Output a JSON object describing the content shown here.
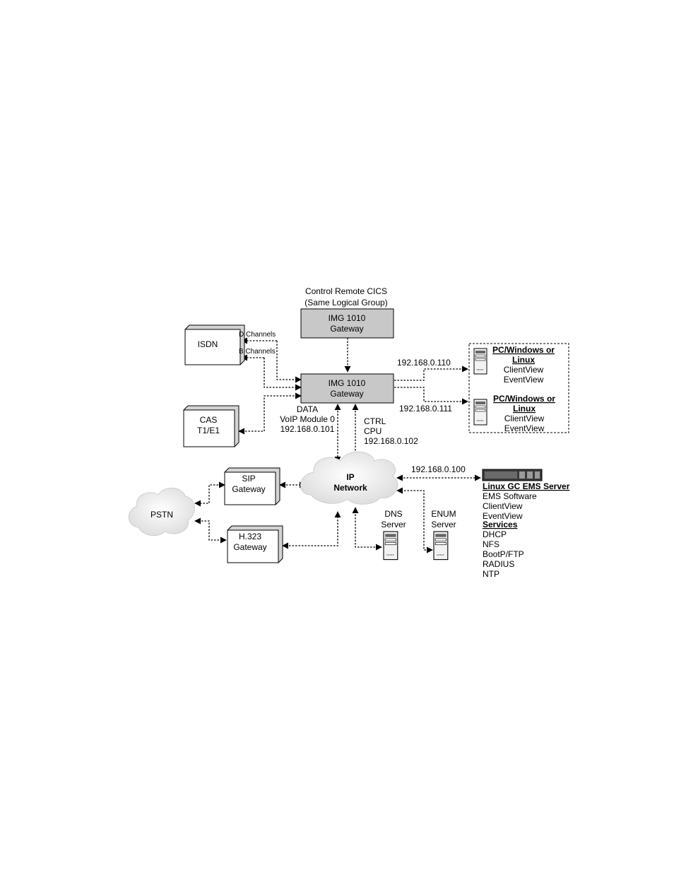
{
  "colors": {
    "gateway_fill": "#c8c8c8",
    "box_fill": "#ffffff",
    "shadow": "#d4d4d4",
    "cloud": "#e9e9e9",
    "line": "#000000"
  },
  "remote": {
    "caption_1": "Control Remote CICS",
    "caption_2": "(Same Logical Group)",
    "line_1": "IMG 1010",
    "line_2": "Gateway"
  },
  "main_gateway": {
    "line_1": "IMG 1010",
    "line_2": "Gateway"
  },
  "isdn": {
    "label": "ISDN",
    "d_channels": "D Channels",
    "b_channels": "B Channels"
  },
  "cas": {
    "line_1": "CAS",
    "line_2": "T1/E1"
  },
  "data_info": {
    "line_1": "DATA",
    "line_2": "VoIP Module 0",
    "line_3": "192.168.0.101"
  },
  "ctrl_info": {
    "line_1": "CTRL",
    "line_2": "CPU",
    "line_3": "192.168.0.102"
  },
  "ip_links": {
    "pc1": "192.168.0.110",
    "pc2": "192.168.0.111",
    "ems": "192.168.0.100"
  },
  "pc1": {
    "title_1": "PC/Windows or",
    "title_2": "Linux",
    "app_1": "ClientView",
    "app_2": "EventView",
    "icon": "server-tower-icon"
  },
  "pc2": {
    "title_1": "PC/Windows or",
    "title_2": "Linux",
    "app_1": "ClientView",
    "app_2": "EventView",
    "icon": "server-tower-icon"
  },
  "ip_network": {
    "line_1": "IP",
    "line_2": "Network"
  },
  "pstn": {
    "label": "PSTN"
  },
  "sip_gateway": {
    "line_1": "SIP",
    "line_2": "Gateway"
  },
  "h323_gateway": {
    "line_1": "H.323",
    "line_2": "Gateway"
  },
  "dns_server": {
    "line_1": "DNS",
    "line_2": "Server",
    "icon": "server-tower-icon"
  },
  "enum_server": {
    "line_1": "ENUM",
    "line_2": "Server",
    "icon": "server-tower-icon"
  },
  "ems": {
    "icon": "rack-server-icon",
    "title": "Linux GC EMS Server",
    "items": [
      "EMS Software",
      "ClientView",
      "EventView"
    ],
    "services_title": "Services",
    "services": [
      "DHCP",
      "NFS",
      "BootP/FTP",
      "RADIUS",
      "NTP"
    ]
  }
}
